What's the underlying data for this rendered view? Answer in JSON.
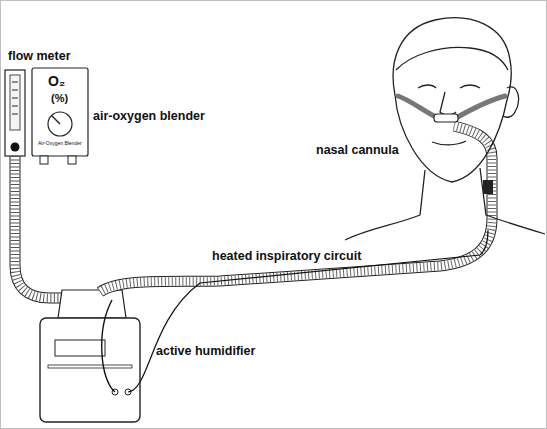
{
  "diagram": {
    "labels": [
      "flow meter",
      "O₂",
      "(%)",
      "air-oxygen blender",
      "Air-Oxygen Blender",
      "nasal cannula",
      "heated inspiratory circuit",
      "active humidifier"
    ]
  }
}
